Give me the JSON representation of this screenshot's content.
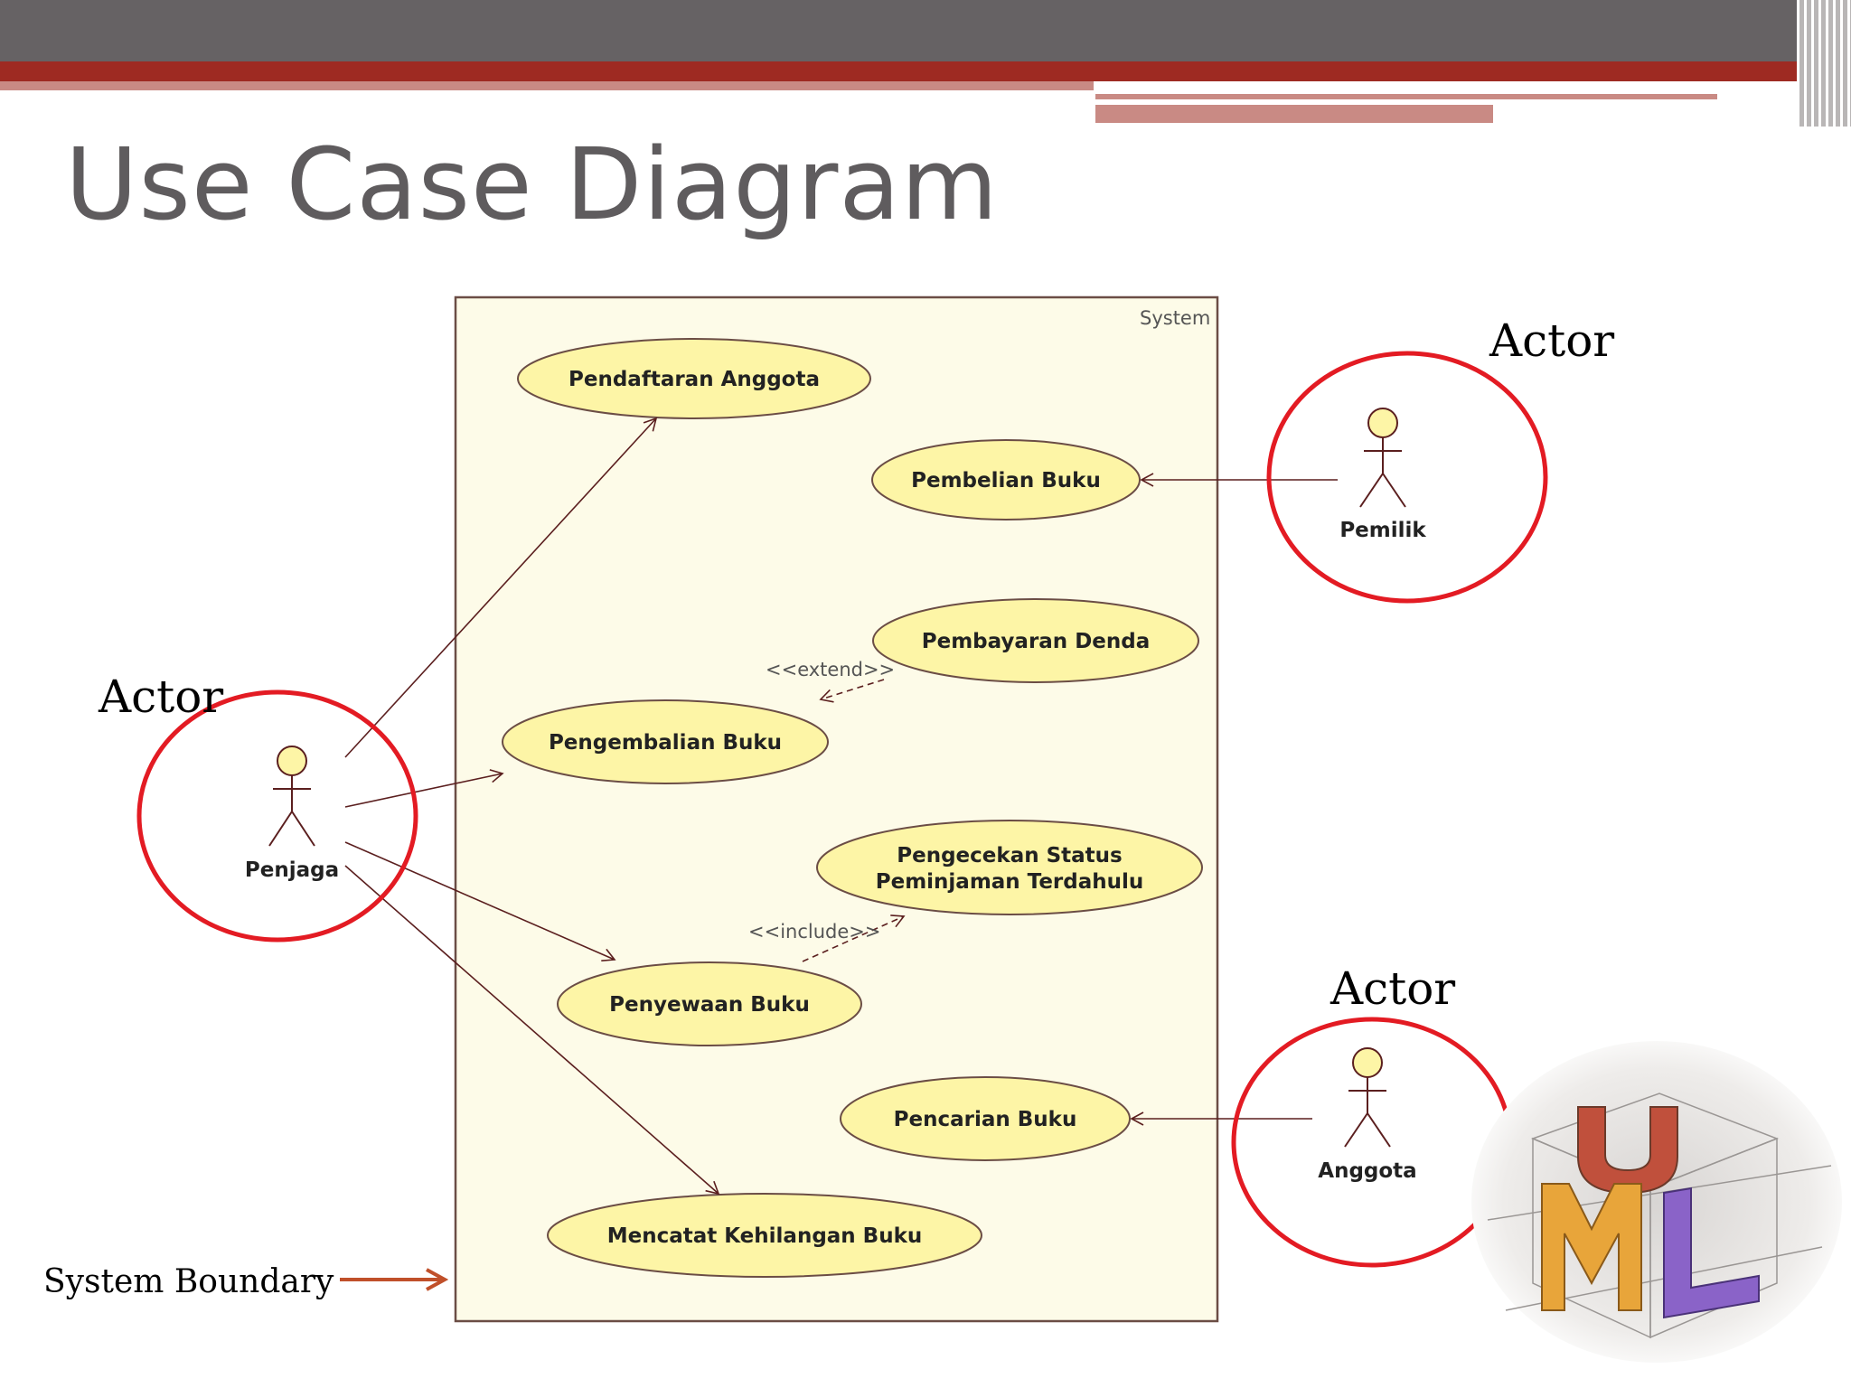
{
  "slide": {
    "title": "Use Case Diagram"
  },
  "diagram": {
    "system_label": "System",
    "use_cases": [
      "Pendaftaran Anggota",
      "Pembelian Buku",
      "Pembayaran Denda",
      "Pengembalian Buku",
      "Pengecekan Status",
      "Peminjaman Terdahulu",
      "Penyewaan Buku",
      "Pencarian Buku",
      "Mencatat Kehilangan Buku"
    ],
    "actors": [
      "Penjaga",
      "Pemilik",
      "Anggota"
    ],
    "stereotypes": {
      "extend": "<<extend>>",
      "include": "<<include>>"
    }
  },
  "annotations": {
    "actor_label": "Actor",
    "system_boundary": "System Boundary"
  },
  "colors": {
    "highlight_circle": "#e31b23",
    "use_case_fill": "#fdf5a6",
    "system_fill": "#fdfbe8",
    "boundary_arrow": "#c0502a"
  }
}
